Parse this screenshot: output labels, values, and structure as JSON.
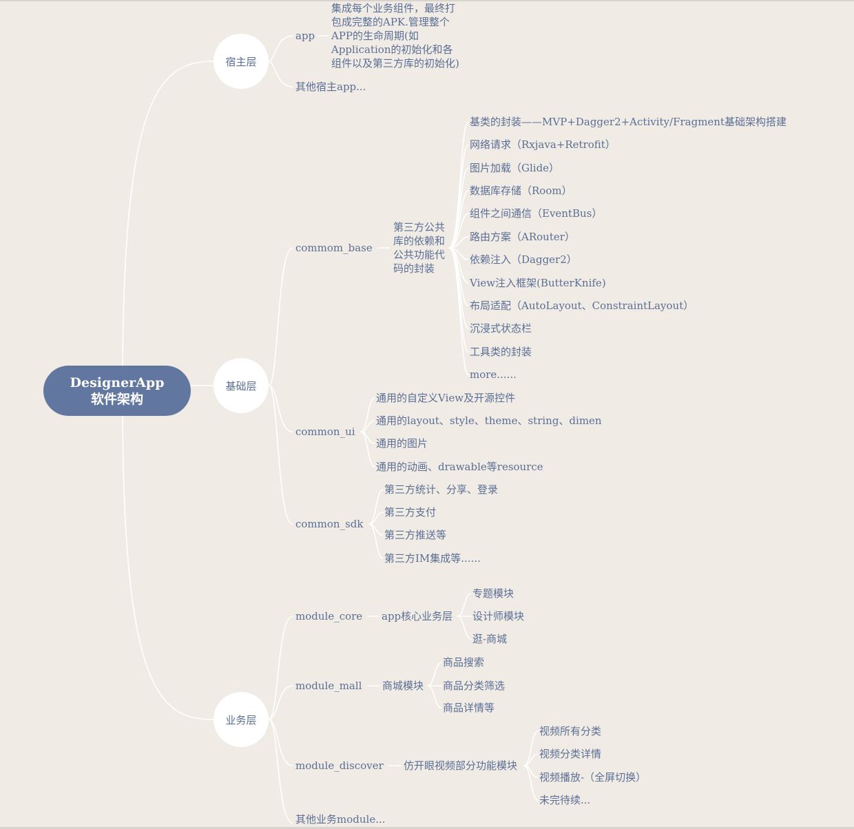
{
  "root": {
    "title": "DesignerApp软件架构"
  },
  "layers": [
    {
      "label": "宿主层",
      "modules": [
        {
          "label": "app",
          "description": "集成每个业务组件，最终打\n包成完整的APK.管理整个\nAPP的生命周期(如\nApplication的初始化和各\n组件以及第三方库的初始化)"
        },
        {
          "label": "其他宿主app..."
        }
      ]
    },
    {
      "label": "基础层",
      "modules": [
        {
          "label": "commom_base",
          "description": "第三方公共\n库的依赖和\n公共功能代\n码的封装",
          "items": [
            "基类的封装——MVP+Dagger2+Activity/Fragment基础架构搭建",
            "网络请求（Rxjava+Retrofit）",
            "图片加载（Glide）",
            "数据库存储（Room）",
            "组件之间通信（EventBus）",
            "路由方案（ARouter）",
            "依赖注入（Dagger2）",
            "View注入框架(ButterKnife)",
            "布局适配（AutoLayout、ConstraintLayout）",
            "沉浸式状态栏",
            "工具类的封装",
            "more......"
          ]
        },
        {
          "label": "common_ui",
          "items": [
            "通用的自定义View及开源控件",
            "通用的layout、style、theme、string、dimen",
            "通用的图片",
            "通用的动画、drawable等resource"
          ]
        },
        {
          "label": "common_sdk",
          "items": [
            "第三方统计、分享、登录",
            "第三方支付",
            "第三方推送等",
            "第三方IM集成等......"
          ]
        }
      ]
    },
    {
      "label": "业务层",
      "modules": [
        {
          "label": "module_core",
          "description": "app核心业务层",
          "items": [
            "专题模块",
            "设计师模块",
            "逛-商城"
          ]
        },
        {
          "label": "module_mall",
          "description": "商城模块",
          "items": [
            "商品搜索",
            "商品分类筛选",
            "商品详情等"
          ]
        },
        {
          "label": "module_discover",
          "description": "仿开眼视频部分功能模块",
          "items": [
            "视频所有分类",
            "视频分类详情",
            "视频播放-（全屏切换）",
            "未完待续..."
          ]
        },
        {
          "label": "其他业务module..."
        }
      ]
    }
  ],
  "colors": {
    "background": "#f0ebe5",
    "root_fill": "#62779f",
    "text": "#5b6f94",
    "connector": "#ffffff"
  }
}
